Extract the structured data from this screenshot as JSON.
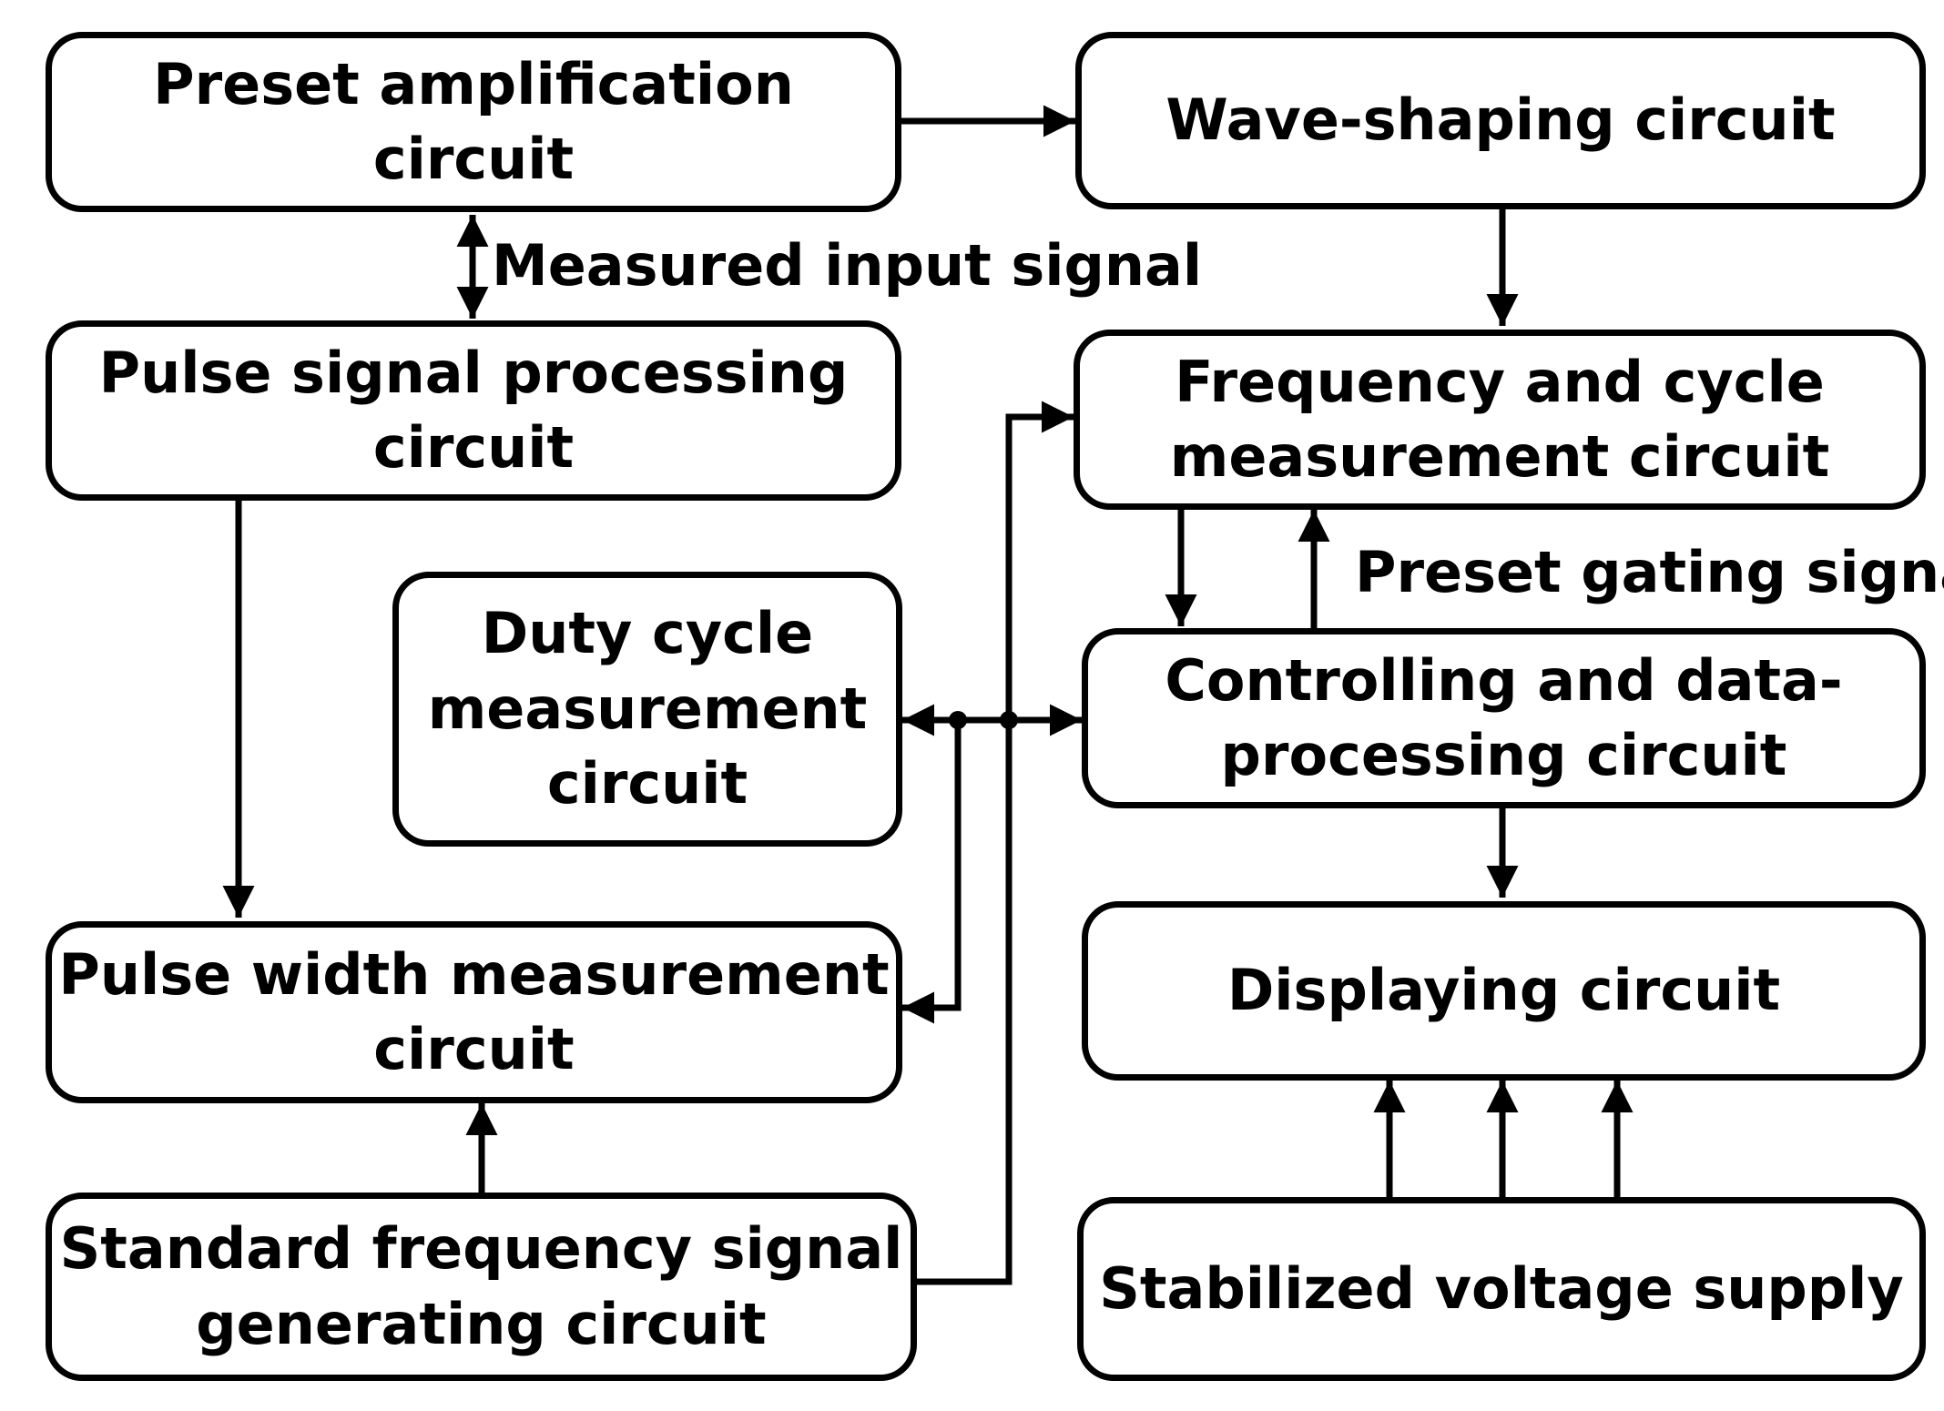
{
  "diagram": {
    "blocks": {
      "preset_amplification": "Preset amplification\ncircuit",
      "wave_shaping": "Wave-shaping circuit",
      "pulse_signal_processing": "Pulse signal processing\ncircuit",
      "frequency_cycle_measurement": "Frequency and cycle\nmeasurement circuit",
      "duty_cycle_measurement": "Duty cycle\nmeasurement\ncircuit",
      "controlling_data_processing": "Controlling and data-\nprocessing circuit",
      "pulse_width_measurement": "Pulse width measurement\ncircuit",
      "displaying": "Displaying circuit",
      "standard_frequency_generating": "Standard frequency signal\ngenerating circuit",
      "stabilized_voltage_supply": "Stabilized voltage supply"
    },
    "signals": {
      "measured_input": "Measured input signal",
      "preset_gating": "Preset gating signal"
    }
  }
}
